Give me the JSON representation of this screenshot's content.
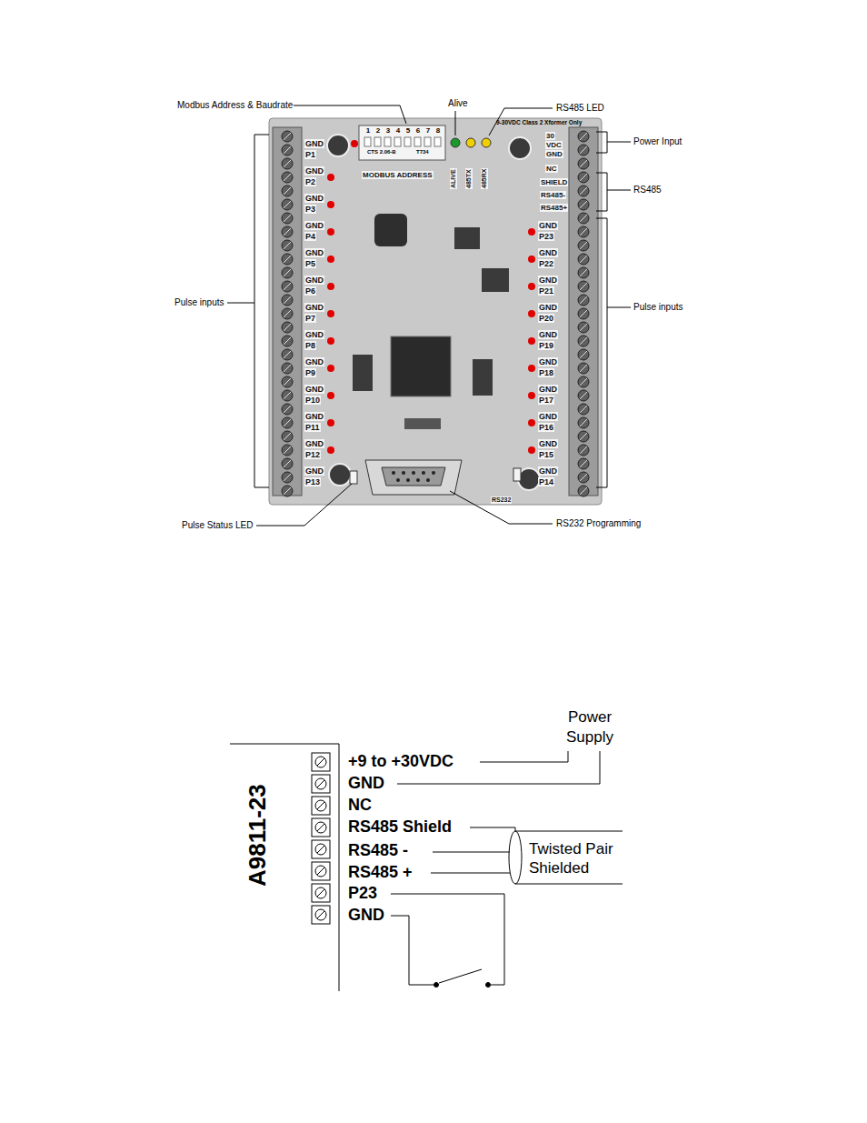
{
  "diagram": {
    "labels": [
      "Modbus Address & Baudrate",
      "Alive",
      "RS485 LED",
      "Power Input",
      "RS485",
      "Pulse inputs",
      "Pulse inputs",
      "Pulse Status LED",
      "RS232 Programming",
      "1",
      "2",
      "3",
      "4",
      "5",
      "6",
      "7",
      "8",
      "CTS 2.06-B",
      "T734",
      "MODBUS ADDRESS",
      "ALIVE",
      "485TX",
      "485RX",
      "9-30VDC Class 2 Xformer Only",
      "30",
      "VDC",
      "GND",
      "NC",
      "SHIELD",
      "RS485-",
      "RS485+",
      "GND",
      "P1",
      "GND",
      "P2",
      "GND",
      "P3",
      "GND",
      "P4",
      "GND",
      "P5",
      "GND",
      "P6",
      "GND",
      "P7",
      "GND",
      "P8",
      "GND",
      "P9",
      "GND",
      "P10",
      "GND",
      "P11",
      "GND",
      "P12",
      "GND",
      "P13",
      "GND",
      "P23",
      "GND",
      "P22",
      "GND",
      "P21",
      "GND",
      "P20",
      "GND",
      "P19",
      "GND",
      "P18",
      "GND",
      "P17",
      "GND",
      "P16",
      "GND",
      "P15",
      "GND",
      "P14",
      "RS232",
      "A9811-23",
      "+9 to +30VDC",
      "GND",
      "NC",
      "RS485 Shield",
      "RS485 -",
      "RS485 +",
      "P23",
      "GND",
      "Power Supply",
      "Twisted Pair Shielded"
    ]
  }
}
